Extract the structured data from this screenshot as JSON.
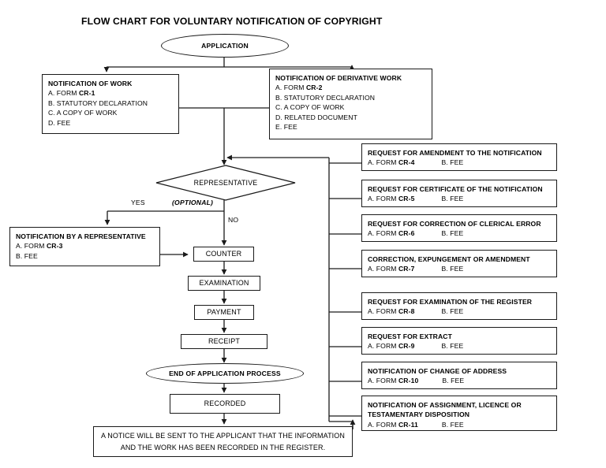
{
  "title": "FLOW CHART FOR VOLUNTARY NOTIFICATION OF COPYRIGHT",
  "start": {
    "label": "APPLICATION"
  },
  "branches": {
    "work": {
      "heading": "NOTIFICATION OF WORK",
      "items": [
        "A. FORM ",
        "B. STATUTORY DECLARATION",
        "C.  A COPY OF WORK",
        "D. FEE"
      ],
      "form": "CR-1"
    },
    "derivative": {
      "heading": "NOTIFICATION OF DERIVATIVE WORK",
      "items": [
        "A. FORM ",
        "B. STATUTORY DECLARATION",
        "C. A COPY OF WORK",
        "D. RELATED DOCUMENT",
        "E. FEE"
      ],
      "form": "CR-2"
    }
  },
  "decision": {
    "label": "REPRESENTATIVE",
    "optional_label": "(OPTIONAL)",
    "yes_label": "YES",
    "no_label": "NO"
  },
  "representative": {
    "heading": "NOTIFICATION BY A REPRESENTATIVE",
    "form_prefix": "A. FORM ",
    "form": "CR-3",
    "fee": "B. FEE"
  },
  "process": {
    "counter": "COUNTER",
    "examination": "EXAMINATION",
    "payment": "PAYMENT",
    "receipt": "RECEIPT",
    "end": "END OF APPLICATION PROCESS",
    "recorded": "RECORDED"
  },
  "notice": {
    "line1": "A NOTICE WILL BE SENT TO THE APPLICANT THAT THE INFORMATION",
    "line2": "AND THE WORK HAS BEEN RECORDED IN THE REGISTER."
  },
  "requests": [
    {
      "heading": "REQUEST FOR AMENDMENT TO THE NOTIFICATION",
      "form_prefix": "A. FORM ",
      "form": "CR-4",
      "fee": "B. FEE"
    },
    {
      "heading": "REQUEST FOR CERTIFICATE OF THE NOTIFICATION",
      "form_prefix": "A. FORM ",
      "form": "CR-5",
      "fee": "B. FEE"
    },
    {
      "heading": "REQUEST FOR CORRECTION OF CLERICAL ERROR",
      "form_prefix": "A. FORM ",
      "form": "CR-6",
      "fee": "B. FEE"
    },
    {
      "heading": "CORRECTION, EXPUNGEMENT OR AMENDMENT",
      "form_prefix": "A. FORM ",
      "form": "CR-7",
      "fee": "B. FEE"
    },
    {
      "heading": "REQUEST FOR EXAMINATION OF THE REGISTER",
      "form_prefix": "A. FORM ",
      "form": "CR-8",
      "fee": "B. FEE"
    },
    {
      "heading": "REQUEST FOR EXTRACT",
      "form_prefix": "A. FORM ",
      "form": "CR-9",
      "fee": "B. FEE"
    },
    {
      "heading": "NOTIFICATION OF CHANGE OF ADDRESS",
      "form_prefix": "A. FORM ",
      "form": "CR-10",
      "fee": "B. FEE"
    },
    {
      "heading": "NOTIFICATION OF ASSIGNMENT, LICENCE OR",
      "heading2": "TESTAMENTARY DISPOSITION",
      "form_prefix": "A. FORM ",
      "form": "CR-11",
      "fee": "B. FEE"
    }
  ],
  "colors": {
    "line": "#1a1a1a",
    "background": "#ffffff",
    "text": "#000000"
  }
}
